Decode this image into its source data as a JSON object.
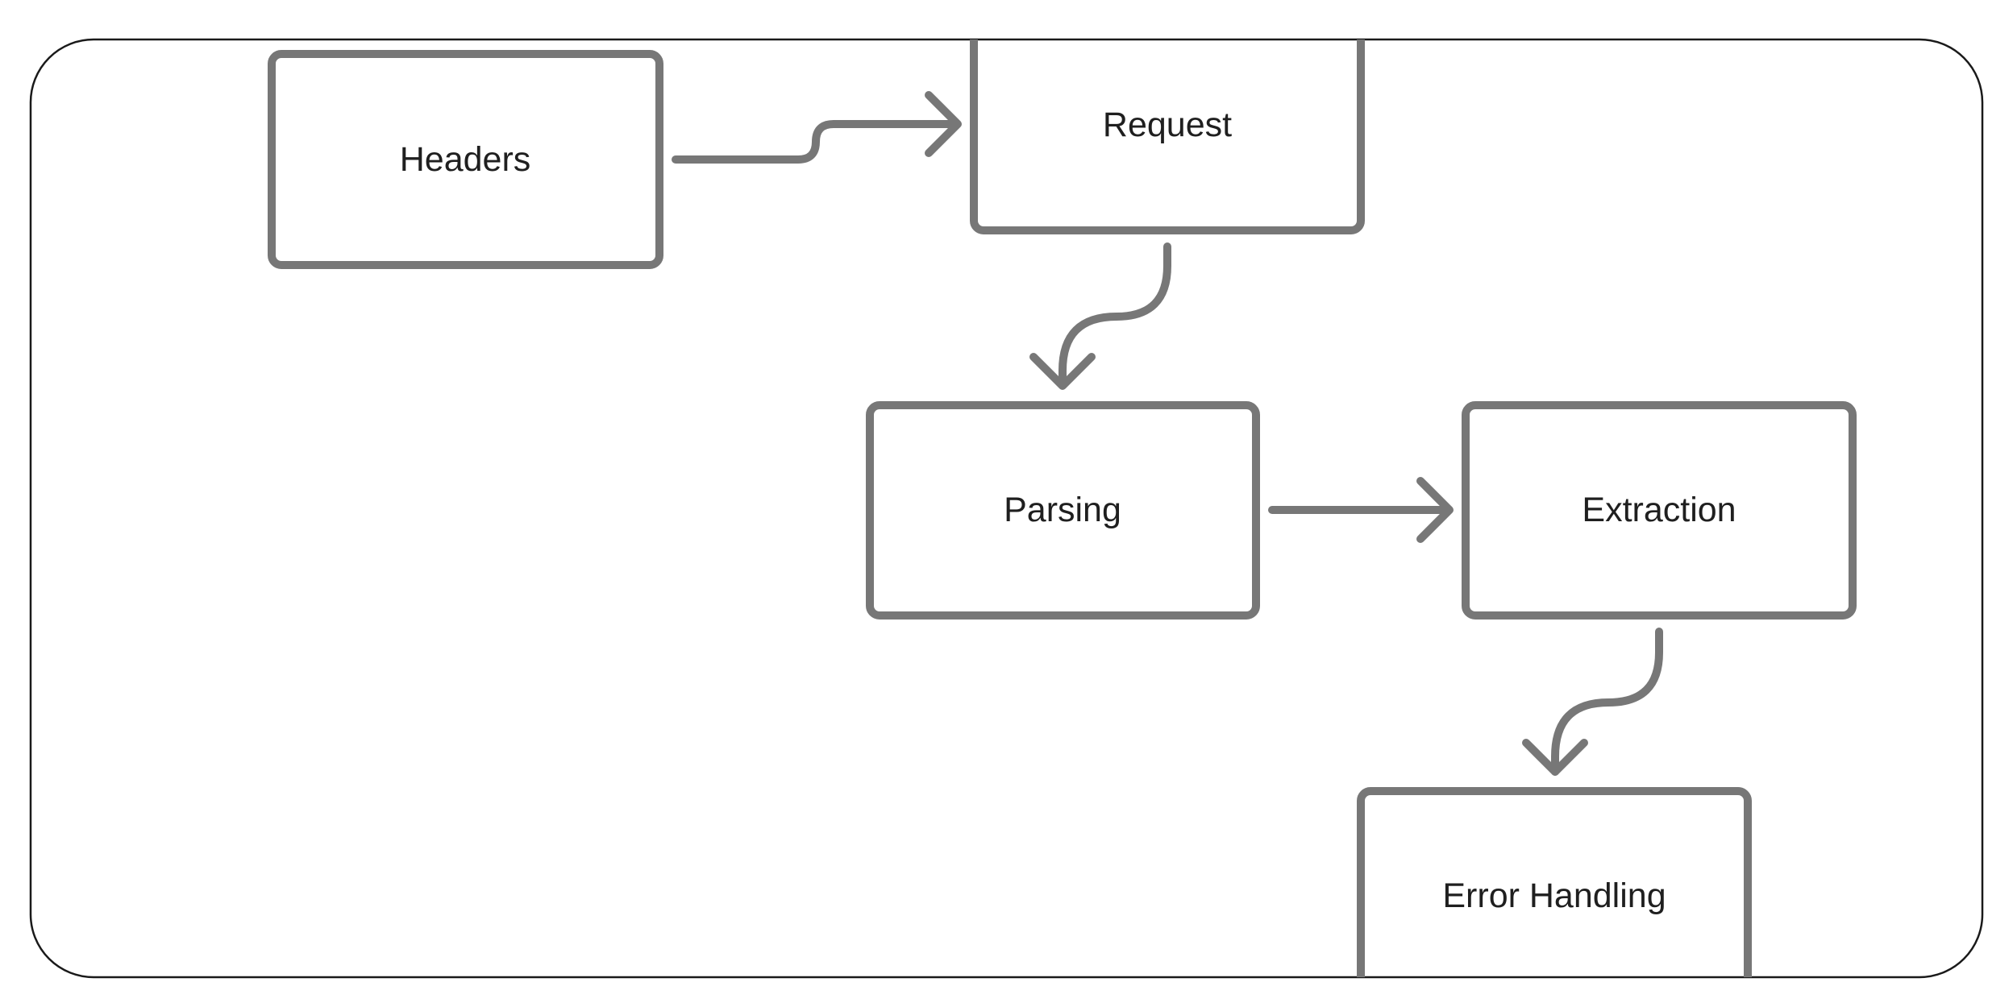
{
  "diagram": {
    "colors": {
      "stroke": "#777777",
      "frame": "#1a1a1a",
      "text": "#1f1f1f",
      "background": "#ffffff"
    },
    "nodes": [
      {
        "id": "headers",
        "label": "Headers"
      },
      {
        "id": "request",
        "label": "Request"
      },
      {
        "id": "parsing",
        "label": "Parsing"
      },
      {
        "id": "extraction",
        "label": "Extraction"
      },
      {
        "id": "error_handling",
        "label": "Error Handling"
      }
    ],
    "edges": [
      {
        "from": "headers",
        "to": "request"
      },
      {
        "from": "request",
        "to": "parsing"
      },
      {
        "from": "parsing",
        "to": "extraction"
      },
      {
        "from": "extraction",
        "to": "error_handling"
      }
    ]
  }
}
